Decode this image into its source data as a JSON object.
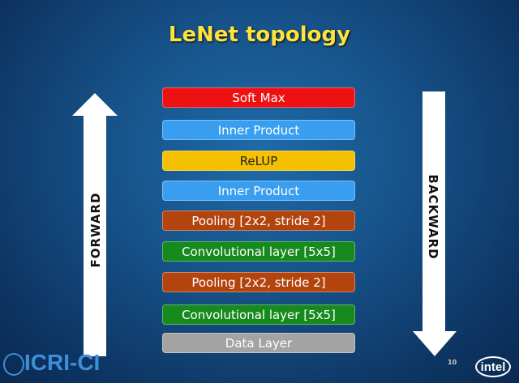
{
  "title": "LeNet topology",
  "layers": [
    {
      "label": "Soft Max",
      "color": "#ee1111"
    },
    {
      "label": "Inner Product",
      "color": "#3a9ef0"
    },
    {
      "label": "ReLUP",
      "color": "#f5c000"
    },
    {
      "label": "Inner Product",
      "color": "#3a9ef0"
    },
    {
      "label": "Pooling [2x2, stride 2]",
      "color": "#b4440e"
    },
    {
      "label": "Convolutional layer [5x5]",
      "color": "#168a1c"
    },
    {
      "label": "Pooling [2x2, stride 2]",
      "color": "#b4440e"
    },
    {
      "label": "Convolutional layer [5x5]",
      "color": "#168a1c"
    },
    {
      "label": "Data Layer",
      "color": "#a3a3a3"
    }
  ],
  "forward_label": "FORWARD",
  "backward_label": "BACKWARD",
  "logo_text": "ICRI-CI",
  "page_number": "10",
  "intel_logo": "intel"
}
